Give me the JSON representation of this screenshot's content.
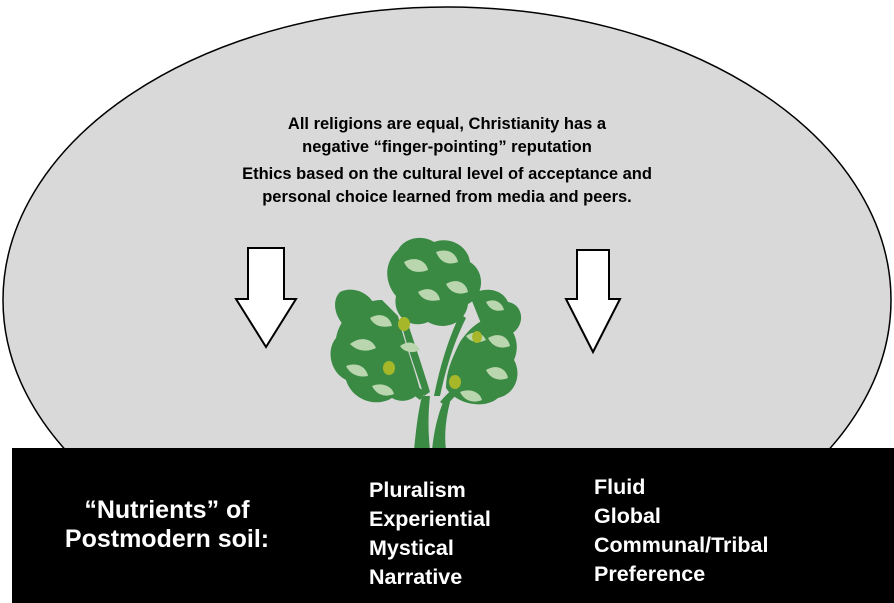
{
  "heading_lines": [
    "All religions are equal, Christianity has a",
    "negative “finger-pointing” reputation"
  ],
  "ethics_lines": [
    "Ethics based on the cultural level of acceptance and",
    "personal choice learned from media and peers."
  ],
  "soil": {
    "title_lines": [
      "“Nutrients” of",
      "Postmodern soil:"
    ],
    "column_1": [
      "Pluralism",
      "Experiential",
      "Mystical",
      "Narrative"
    ],
    "column_2": [
      "Fluid",
      "Global",
      "Communal/Tribal",
      "Preference"
    ]
  },
  "colors": {
    "dome_fill": "#d9d9d9",
    "soil_fill": "#000000",
    "tree_dark": "#3a8a44",
    "tree_light": "#b9d6ae",
    "fruit": "#a6b82a"
  },
  "icons": [
    "down-arrow-icon",
    "down-arrow-icon",
    "tree-icon"
  ]
}
